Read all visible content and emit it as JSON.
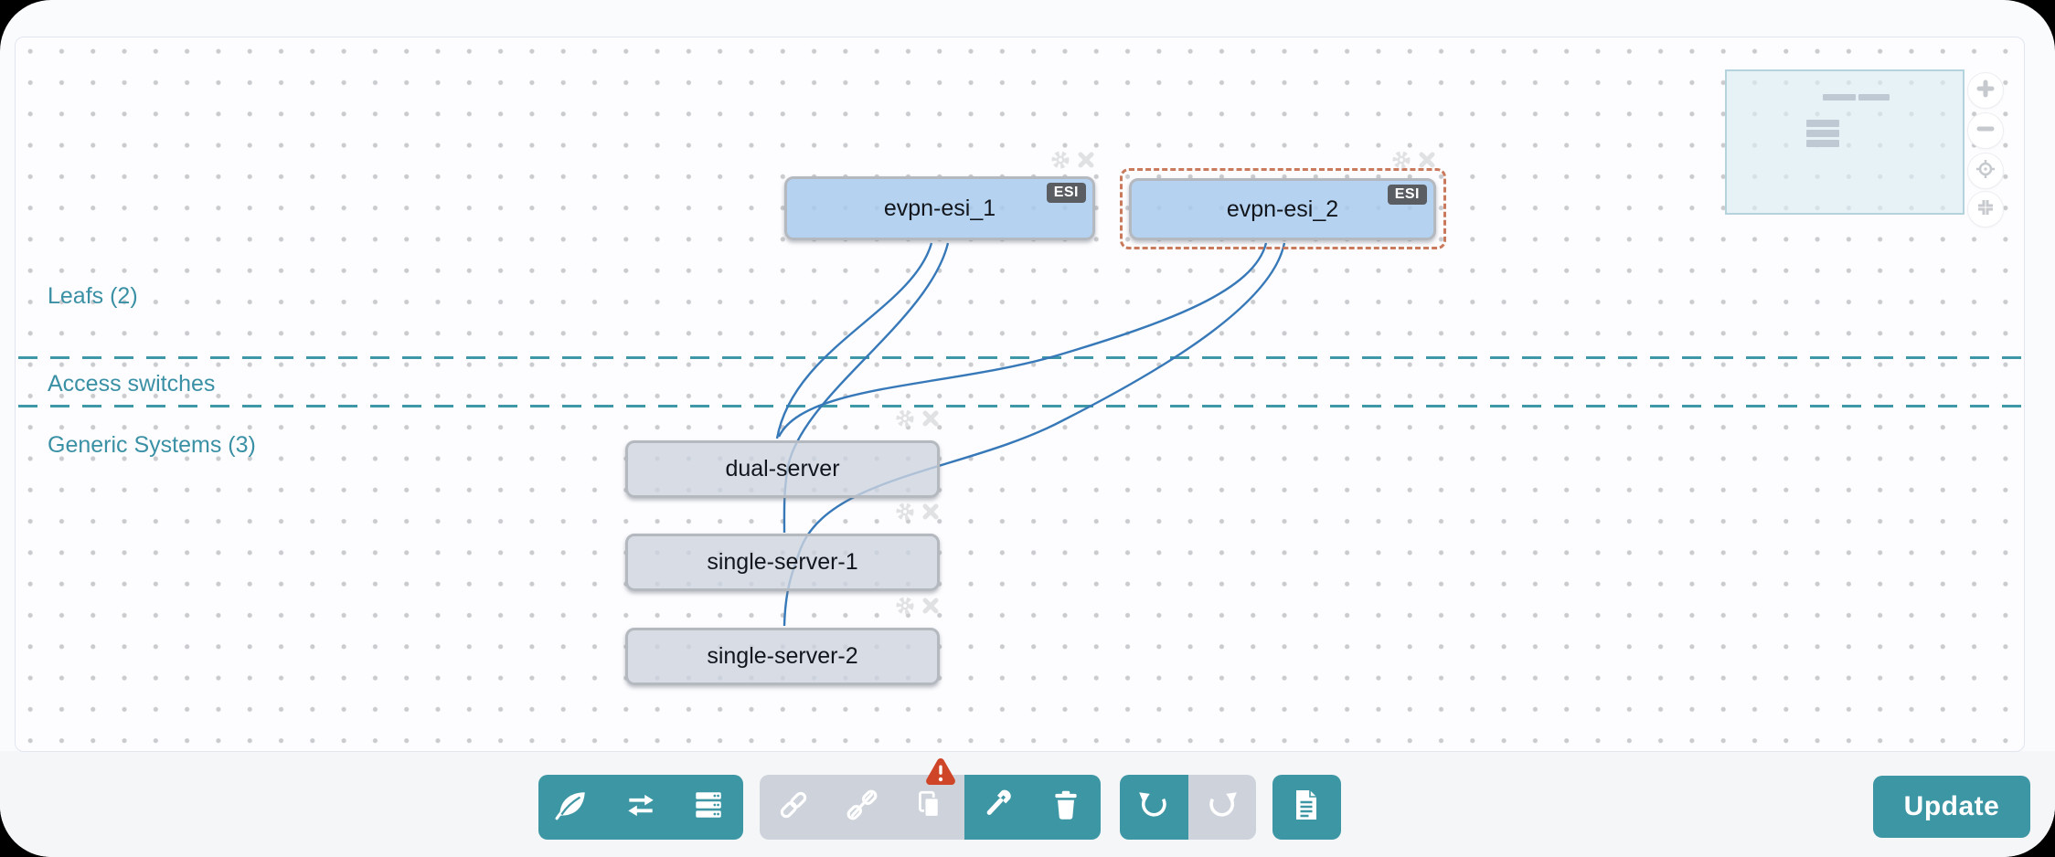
{
  "canvas": {
    "section_labels": [
      {
        "label": "Leafs (2)"
      },
      {
        "label": "Access switches"
      },
      {
        "label": "Generic Systems (3)"
      }
    ],
    "nodes": [
      {
        "id": "evpn-esi_1",
        "label": "evpn-esi_1",
        "badge": "ESI",
        "type": "esi",
        "selected": false
      },
      {
        "id": "evpn-esi_2",
        "label": "evpn-esi_2",
        "badge": "ESI",
        "type": "esi",
        "selected": true
      },
      {
        "id": "dual-server",
        "label": "dual-server",
        "type": "generic-system",
        "selected": false
      },
      {
        "id": "single-server-1",
        "label": "single-server-1",
        "type": "generic-system",
        "selected": false
      },
      {
        "id": "single-server-2",
        "label": "single-server-2",
        "type": "generic-system",
        "selected": false
      }
    ],
    "links": [
      {
        "from": "evpn-esi_1",
        "to": "dual-server"
      },
      {
        "from": "evpn-esi_1",
        "to": "single-server-1"
      },
      {
        "from": "evpn-esi_2",
        "to": "dual-server"
      },
      {
        "from": "evpn-esi_2",
        "to": "single-server-2"
      }
    ],
    "node_action_icons": [
      "gear-icon",
      "close-icon"
    ]
  },
  "minimap": {
    "icon": "viewport-overview"
  },
  "zoom_controls": [
    "zoom-in",
    "zoom-out",
    "center-view",
    "fit-to-screen"
  ],
  "toolbar": {
    "groups": [
      {
        "buttons": [
          {
            "icon": "leaf",
            "enabled": true
          },
          {
            "icon": "exchange-arrows",
            "enabled": true
          },
          {
            "icon": "server-rack",
            "enabled": true
          }
        ]
      },
      {
        "buttons": [
          {
            "icon": "link",
            "enabled": false
          },
          {
            "icon": "unlink",
            "enabled": false
          },
          {
            "icon": "copy",
            "enabled": false,
            "warning": true
          },
          {
            "icon": "wrench",
            "enabled": true
          },
          {
            "icon": "trash",
            "enabled": true
          }
        ]
      },
      {
        "buttons": [
          {
            "icon": "undo",
            "enabled": true
          },
          {
            "icon": "redo",
            "enabled": false
          }
        ]
      },
      {
        "buttons": [
          {
            "icon": "document",
            "enabled": true
          }
        ]
      }
    ]
  },
  "update_button": {
    "label": "Update"
  },
  "colors": {
    "teal": "#3d96a4",
    "section_label": "#3a90a4",
    "node_blue": "#b7d3ec",
    "node_gray": "#d7dce6",
    "node_border": "#b4b8bf",
    "selection_orange": "#c97a5d",
    "link_blue": "#3779b8",
    "disabled_gray": "#ced3db",
    "warning_red": "#cf4527",
    "badge_gray": "#5a5e63"
  }
}
